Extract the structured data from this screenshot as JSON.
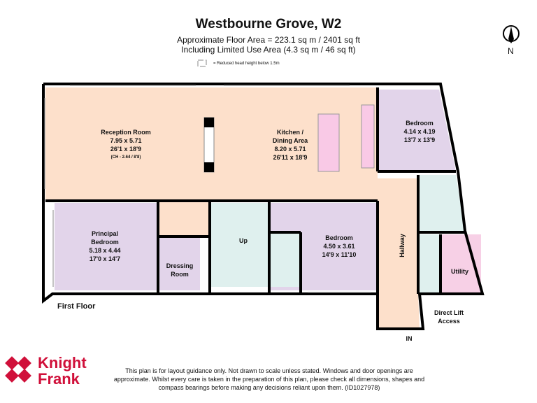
{
  "header": {
    "title": "Westbourne Grove, W2",
    "floor_area": "Approximate Floor Area = 223.1 sq m / 2401 sq ft",
    "limited_area": "Including Limited Use Area (4.3 sq m / 46 sq ft)",
    "legend": "= Reduced head height below 1.5m"
  },
  "compass": {
    "label": "N"
  },
  "rooms": {
    "reception": {
      "name": "Reception Room",
      "metric": "7.95 x 5.71",
      "imperial": "26'1 x 18'9",
      "ceiling": "(CH - 2.64 / 8'8)"
    },
    "kitchen": {
      "name1": "Kitchen /",
      "name2": "Dining Area",
      "metric": "8.20 x 5.71",
      "imperial": "26'11 x 18'9"
    },
    "bedroom_top": {
      "name": "Bedroom",
      "metric": "4.14 x 4.19",
      "imperial": "13'7 x 13'9"
    },
    "principal": {
      "name1": "Principal",
      "name2": "Bedroom",
      "metric": "5.18 x 4.44",
      "imperial": "17'0 x 14'7"
    },
    "dressing": {
      "name1": "Dressing",
      "name2": "Room"
    },
    "up": "Up",
    "bedroom2": {
      "name": "Bedroom",
      "metric": "4.50 x 3.61",
      "imperial": "14'9 x 11'10"
    },
    "hallway": "Hallway",
    "utility": "Utility"
  },
  "floor_label": "First Floor",
  "entrance": {
    "in": "IN",
    "lift1": "Direct Lift",
    "lift2": "Access"
  },
  "logo": {
    "line1": "Knight",
    "line2": "Frank"
  },
  "disclaimer": "This plan is for layout guidance only. Not drawn to scale unless stated. Windows and door openings are approximate. Whilst every care is taken in the preparation of this plan, please check all dimensions, shapes and compass bearings before making any decisions reliant upon them. (ID1027978)",
  "colors": {
    "living": "#fde0cb",
    "bedroom": "#e2d4ea",
    "bath": "#dff0ee",
    "utility": "#f7d0e6",
    "brand": "#d0103a"
  }
}
